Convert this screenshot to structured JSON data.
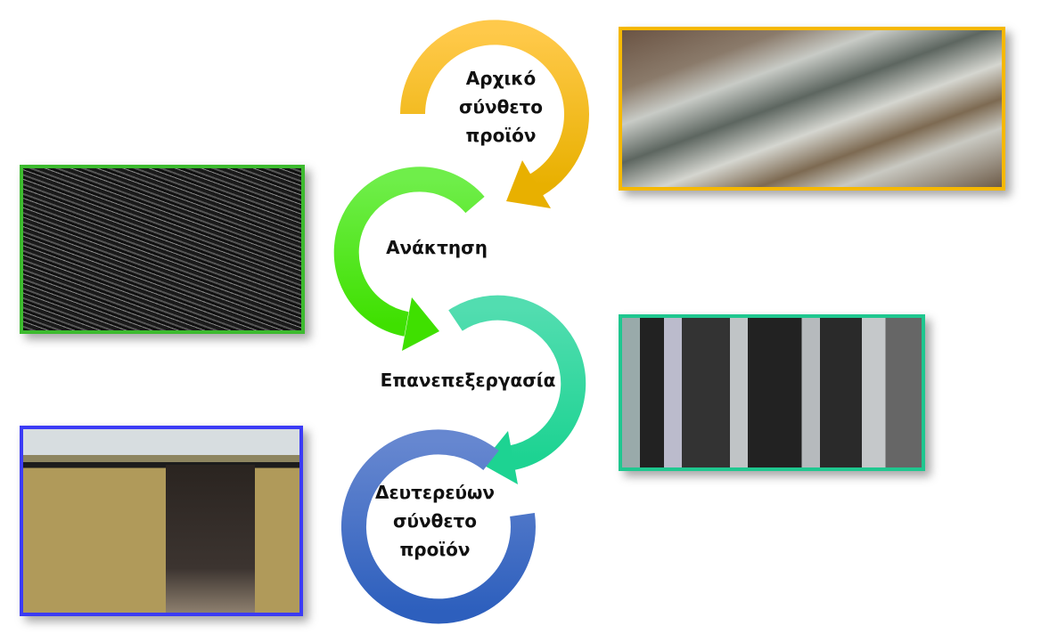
{
  "steps": [
    {
      "lines": [
        "Αρχικό",
        "σύνθετο",
        "προϊόν"
      ],
      "color_top": "#ffc94a",
      "color_bottom": "#e8b000"
    },
    {
      "lines": [
        "Ανάκτηση"
      ],
      "color_top": "#6fee4a",
      "color_bottom": "#3fe000"
    },
    {
      "lines": [
        "Επανεπεξεργασία"
      ],
      "color_top": "#52ddb0",
      "color_bottom": "#1dd392"
    },
    {
      "lines": [
        "Δευτερεύων",
        "σύνθετο",
        "προϊόν"
      ],
      "color_top": "#6687d0",
      "color_bottom": "#2d5fbd"
    }
  ],
  "photos": [
    {
      "subject": "wind-turbine-blades",
      "frame": "#f5b800"
    },
    {
      "subject": "recovered-carbon-fibers",
      "frame": "#3dbb2f"
    },
    {
      "subject": "fiber-processing-rollers",
      "frame": "#1fc78f"
    },
    {
      "subject": "recycled-composite-panel",
      "frame": "#3b3bf5"
    }
  ]
}
